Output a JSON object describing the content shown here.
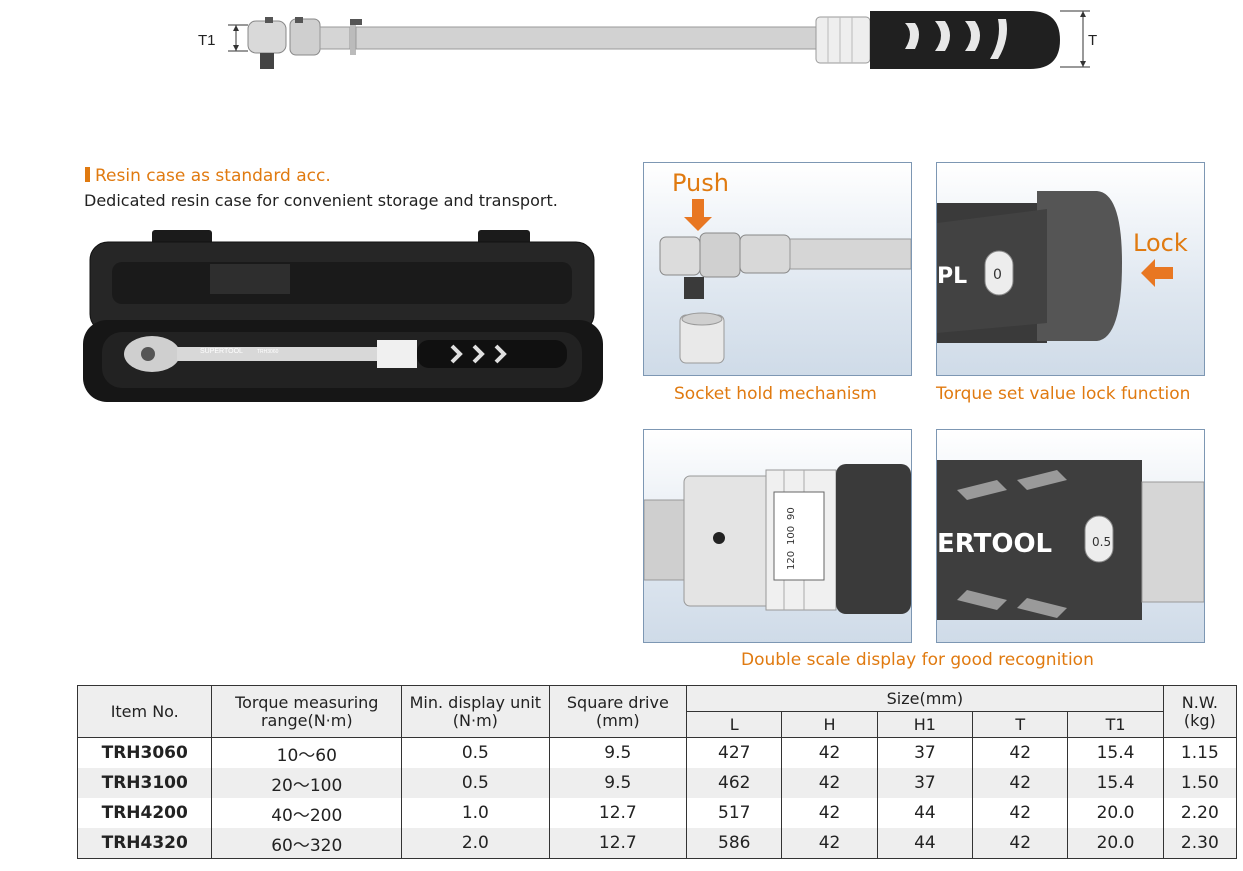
{
  "dims": {
    "t1": "T1",
    "t": "T"
  },
  "case": {
    "title": "Resin case as standard acc.",
    "description": "Dedicated resin case for convenient storage and transport.",
    "case_label_brand": "SUPERTOOL",
    "case_label_model": "TRH3060"
  },
  "panels": {
    "push_label": "Push",
    "lock_label": "Lock",
    "socket_caption": "Socket hold mechanism",
    "lock_caption": "Torque set value lock function",
    "scale_caption": "Double scale display for good recognition",
    "lock_dial": "0",
    "brand_dial": "0.5",
    "brand_text_lock": "PL",
    "brand_text_grip": "ERTOOL",
    "scale_ticks": [
      "90",
      "100",
      "120"
    ]
  },
  "table": {
    "headers": {
      "item_no": "Item No.",
      "torque_range_1": "Torque measuring",
      "torque_range_2": "range(N·m)",
      "min_unit_1": "Min. display unit",
      "min_unit_2": "(N·m)",
      "square_1": "Square drive",
      "square_2": "(mm)",
      "size": "Size(mm)",
      "L": "L",
      "H": "H",
      "H1": "H1",
      "T": "T",
      "T1": "T1",
      "nw_1": "N.W.",
      "nw_2": "(kg)"
    },
    "rows": [
      {
        "item": "TRH3060",
        "range": "10〜60",
        "min": "0.5",
        "sq": "9.5",
        "L": "427",
        "H": "42",
        "H1": "37",
        "T": "42",
        "T1": "15.4",
        "nw": "1.15"
      },
      {
        "item": "TRH3100",
        "range": "20〜100",
        "min": "0.5",
        "sq": "9.5",
        "L": "462",
        "H": "42",
        "H1": "37",
        "T": "42",
        "T1": "15.4",
        "nw": "1.50"
      },
      {
        "item": "TRH4200",
        "range": "40〜200",
        "min": "1.0",
        "sq": "12.7",
        "L": "517",
        "H": "42",
        "H1": "44",
        "T": "42",
        "T1": "20.0",
        "nw": "2.20"
      },
      {
        "item": "TRH4320",
        "range": "60〜320",
        "min": "2.0",
        "sq": "12.7",
        "L": "586",
        "H": "42",
        "H1": "44",
        "T": "42",
        "T1": "20.0",
        "nw": "2.30"
      }
    ]
  }
}
